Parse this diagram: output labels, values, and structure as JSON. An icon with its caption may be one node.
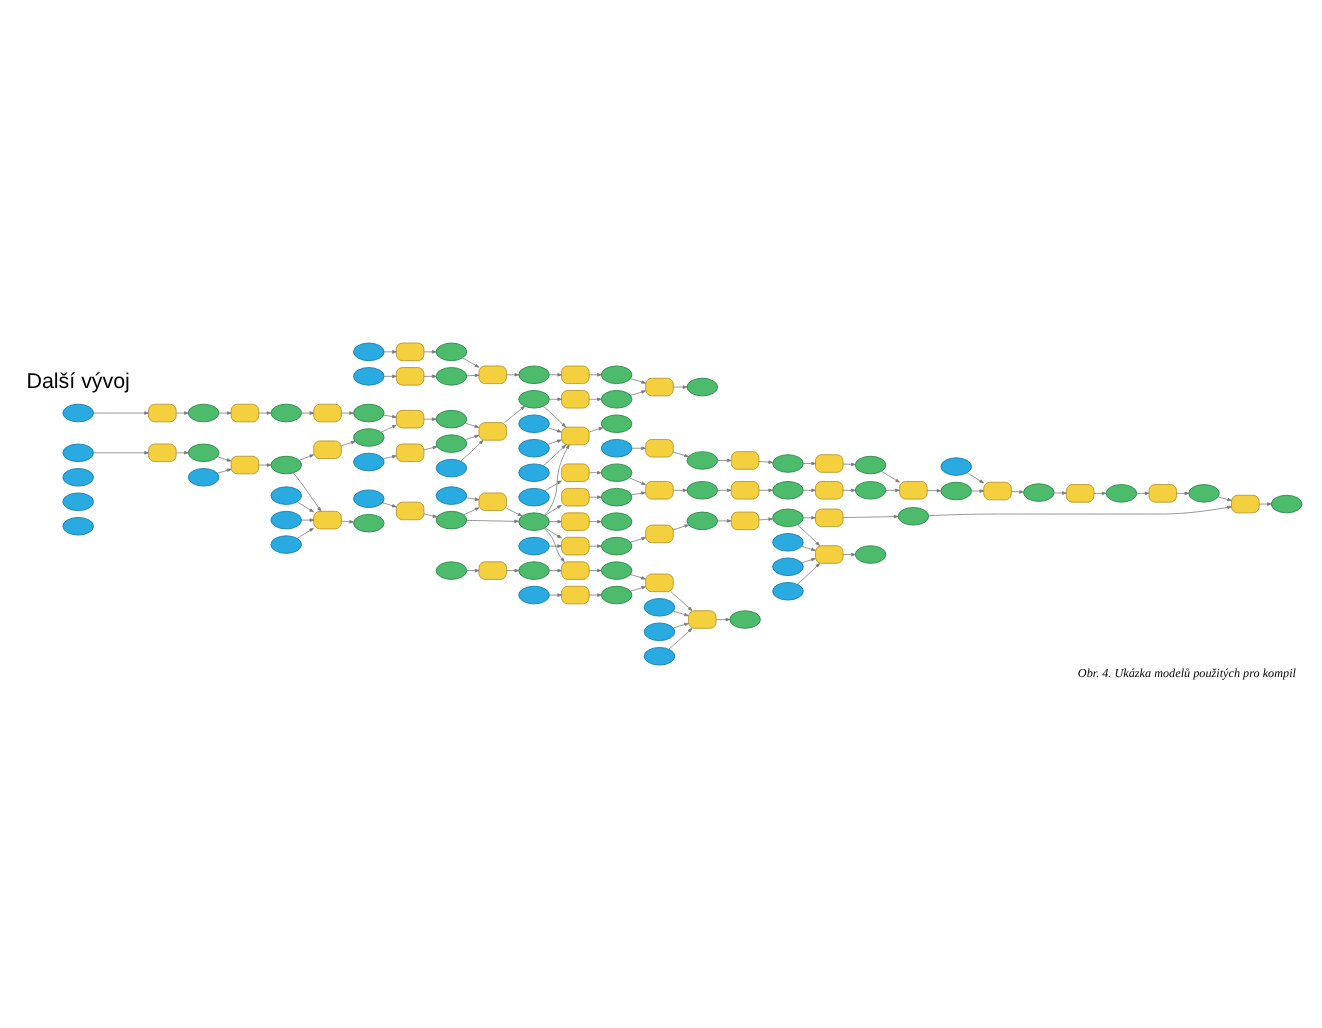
{
  "diagram": {
    "caption": "Obr. 4. Ukázka modelů použitých pro kompil",
    "nodes": [
      {
        "text": [],
        "shape": "ellipse"
      },
      {
        "text": [],
        "shape": "ellipse"
      },
      {
        "text": [],
        "shape": "ellipse"
      },
      {
        "text": [],
        "shape": "ellipse"
      },
      {
        "text": [],
        "shape": "box"
      },
      {
        "text": [],
        "shape": "ellipse"
      },
      {
        "text": [],
        "shape": "box"
      },
      {
        "text": [],
        "shape": "ellipse"
      },
      {
        "text": [],
        "shape": "box"
      },
      {
        "text": [],
        "shape": "ellipse"
      },
      {
        "text": [],
        "shape": "box"
      },
      {
        "text": [],
        "shape": "ellipse"
      },
      {
        "text": [],
        "shape": "ellipse"
      },
      {
        "text": [],
        "shape": "box"
      },
      {
        "text": [],
        "shape": "ellipse"
      },
      {
        "text": [],
        "shape": "box"
      },
      {
        "text": [],
        "shape": "ellipse"
      },
      {
        "text": [],
        "shape": "box"
      },
      {
        "text": [],
        "shape": "ellipse"
      },
      {
        "text": [],
        "shape": "ellipse"
      },
      {
        "text": [],
        "shape": "box"
      },
      {
        "text": [],
        "shape": "ellipse"
      },
      {
        "text": [],
        "shape": "ellipse"
      },
      {
        "text": [],
        "shape": "ellipse"
      },
      {
        "text": [],
        "shape": "ellipse"
      },
      {
        "text": [],
        "shape": "ellipse"
      },
      {
        "text": [],
        "shape": "box"
      },
      {
        "text": [],
        "shape": "ellipse"
      },
      {
        "text": [],
        "shape": "ellipse"
      },
      {
        "text": [],
        "shape": "box"
      },
      {
        "text": [],
        "shape": "ellipse"
      },
      {
        "text": [],
        "shape": "box"
      },
      {
        "text": [],
        "shape": "ellipse"
      },
      {
        "text": [],
        "shape": "box"
      },
      {
        "text": [],
        "shape": "ellipse"
      },
      {
        "text": [],
        "shape": "box"
      },
      {
        "text": [],
        "shape": "ellipse"
      },
      {
        "text": [],
        "shape": "ellipse"
      },
      {
        "text": [],
        "shape": "box"
      },
      {
        "text": [],
        "shape": "ellipse"
      },
      {
        "text": [],
        "shape": "box"
      },
      {
        "text": [],
        "shape": "ellipse"
      },
      {
        "text": [],
        "shape": "box"
      },
      {
        "text": [],
        "shape": "ellipse"
      },
      {
        "text": [],
        "shape": "ellipse"
      },
      {
        "text": [],
        "shape": "box"
      },
      {
        "text": [],
        "shape": "ellipse"
      },
      {
        "text": [],
        "shape": "ellipse"
      },
      {
        "text": [],
        "shape": "ellipse"
      },
      {
        "text": [],
        "shape": "ellipse"
      },
      {
        "text": [],
        "shape": "ellipse"
      },
      {
        "text": [],
        "shape": "box"
      },
      {
        "text": [],
        "shape": "ellipse"
      },
      {
        "text": [],
        "shape": "ellipse"
      },
      {
        "text": [],
        "shape": "box"
      },
      {
        "text": [],
        "shape": "ellipse"
      },
      {
        "text": [],
        "shape": "ellipse"
      },
      {
        "text": [],
        "shape": "box"
      },
      {
        "text": [],
        "shape": "ellipse"
      },
      {
        "text": [],
        "shape": "box"
      },
      {
        "text": [],
        "shape": "ellipse"
      },
      {
        "text": [],
        "shape": "box"
      },
      {
        "text": [],
        "shape": "ellipse"
      },
      {
        "text": [],
        "shape": "box"
      },
      {
        "text": [],
        "shape": "ellipse"
      },
      {
        "text": [],
        "shape": "box"
      },
      {
        "text": [],
        "shape": "ellipse"
      },
      {
        "text": [],
        "shape": "box"
      },
      {
        "text": [],
        "shape": "ellipse"
      },
      {
        "text": [],
        "shape": "box"
      },
      {
        "text": [],
        "shape": "ellipse"
      },
      {
        "text": [],
        "shape": "box"
      },
      {
        "text": [],
        "shape": "ellipse"
      },
      {
        "text": [],
        "shape": "ellipse"
      },
      {
        "text": [],
        "shape": "box"
      },
      {
        "text": [],
        "shape": "ellipse"
      },
      {
        "text": [],
        "shape": "box"
      },
      {
        "text": [],
        "shape": "ellipse"
      },
      {
        "text": [],
        "shape": "box"
      },
      {
        "text": [],
        "shape": "box"
      },
      {
        "text": [],
        "shape": "ellipse"
      },
      {
        "text": [],
        "shape": "ellipse"
      },
      {
        "text": [],
        "shape": "ellipse"
      },
      {
        "text": [],
        "shape": "ellipse"
      },
      {
        "text": [],
        "shape": "ellipse"
      },
      {
        "text": [],
        "shape": "box"
      },
      {
        "text": [],
        "shape": "ellipse"
      },
      {
        "text": [],
        "shape": "box"
      },
      {
        "text": [],
        "shape": "ellipse"
      },
      {
        "text": [],
        "shape": "ellipse"
      },
      {
        "text": [],
        "shape": "box"
      },
      {
        "text": [],
        "shape": "ellipse"
      },
      {
        "text": [],
        "shape": "ellipse"
      },
      {
        "text": [],
        "shape": "box"
      },
      {
        "text": [],
        "shape": "ellipse"
      },
      {
        "text": [],
        "shape": "box"
      },
      {
        "text": [],
        "shape": "ellipse"
      },
      {
        "text": [],
        "shape": "box"
      },
      {
        "text": [],
        "shape": "ellipse"
      },
      {
        "text": [],
        "shape": "box"
      },
      {
        "text": [],
        "shape": "ellipse"
      },
      {
        "text": [],
        "shape": "ellipse"
      },
      {
        "text": [],
        "shape": "box"
      },
      {
        "text": [],
        "shape": "ellipse"
      },
      {
        "text": [],
        "shape": "box"
      },
      {
        "text": [],
        "shape": "ellipse"
      },
      {
        "text": [],
        "shape": "box"
      },
      {
        "text": [],
        "shape": "ellipse"
      },
      {
        "text": [],
        "shape": "box"
      },
      {
        "text": [],
        "shape": "ellipse"
      },
      {
        "text": [],
        "shape": "box"
      },
      {
        "text": [],
        "shape": "ellipse"
      },
      {
        "text": [],
        "shape": "ellipse"
      },
      {
        "text": [],
        "shape": "ellipse"
      },
      {
        "text": [],
        "shape": "ellipse"
      }
    ],
    "edges": [
      {
        "from": 3,
        "to": 4,
        "arrow": "to"
      },
      {
        "from": 4,
        "to": 5,
        "arrow": "to"
      },
      {
        "from": 5,
        "to": 6,
        "arrow": "to"
      },
      {
        "from": 6,
        "to": 7,
        "arrow": "to"
      },
      {
        "from": 7,
        "to": 8,
        "arrow": "to"
      },
      {
        "from": 8,
        "to": 9,
        "arrow": "to"
      },
      {
        "from": 9,
        "to": 10,
        "arrow": "to"
      },
      {
        "from": 10,
        "to": 11,
        "arrow": "to"
      },
      {
        "from": 12,
        "to": 13,
        "arrow": "to"
      },
      {
        "from": 13,
        "to": 14,
        "arrow": "to"
      },
      {
        "from": 14,
        "to": 15,
        "arrow": "to"
      },
      {
        "from": 15,
        "to": 16,
        "arrow": "to"
      },
      {
        "from": 16,
        "to": 17,
        "arrow": "to"
      },
      {
        "from": 17,
        "to": 18,
        "arrow": "to"
      },
      {
        "from": 18,
        "to": 10,
        "arrow": "to"
      },
      {
        "from": 19,
        "to": 15,
        "arrow": "to"
      },
      {
        "from": 16,
        "to": 20,
        "arrow": "to"
      },
      {
        "from": 20,
        "to": 21,
        "arrow": "to"
      },
      {
        "from": 22,
        "to": 20,
        "arrow": "to"
      },
      {
        "from": 23,
        "to": 20,
        "arrow": "to"
      },
      {
        "from": 24,
        "to": 20,
        "arrow": "to"
      },
      {
        "from": 25,
        "to": 26,
        "arrow": "to"
      },
      {
        "from": 26,
        "to": 27,
        "arrow": "to"
      },
      {
        "from": 27,
        "to": 31,
        "arrow": "to"
      },
      {
        "from": 11,
        "to": 40,
        "arrow": "to"
      },
      {
        "from": 28,
        "to": 29,
        "arrow": "to"
      },
      {
        "from": 29,
        "to": 30,
        "arrow": "to"
      },
      {
        "from": 30,
        "to": 31,
        "arrow": "to"
      },
      {
        "from": 31,
        "to": 32,
        "arrow": "to"
      },
      {
        "from": 32,
        "to": 33,
        "arrow": "to"
      },
      {
        "from": 33,
        "to": 34,
        "arrow": "to"
      },
      {
        "from": 34,
        "to": 35,
        "arrow": "to"
      },
      {
        "from": 35,
        "to": 36,
        "arrow": "to"
      },
      {
        "from": 37,
        "to": 38,
        "arrow": "to"
      },
      {
        "from": 38,
        "to": 39,
        "arrow": "to"
      },
      {
        "from": 39,
        "to": 40,
        "arrow": "to"
      },
      {
        "from": 40,
        "to": 41,
        "arrow": "to"
      },
      {
        "from": 41,
        "to": 42,
        "arrow": "to"
      },
      {
        "from": 42,
        "to": 43,
        "arrow": "to"
      },
      {
        "from": 43,
        "to": 35,
        "arrow": "to"
      },
      {
        "from": 44,
        "to": 40,
        "arrow": "to"
      },
      {
        "from": 41,
        "to": 45,
        "arrow": "to"
      },
      {
        "from": 45,
        "to": 46,
        "arrow": "to"
      },
      {
        "from": 47,
        "to": 45,
        "arrow": "to"
      },
      {
        "from": 48,
        "to": 45,
        "arrow": "to"
      },
      {
        "from": 49,
        "to": 45,
        "arrow": "to"
      },
      {
        "from": 55,
        "to": 45,
        "arrow": "to"
      },
      {
        "from": 50,
        "to": 51,
        "arrow": "to"
      },
      {
        "from": 51,
        "to": 52,
        "arrow": "to"
      },
      {
        "from": 53,
        "to": 54,
        "arrow": "to"
      },
      {
        "from": 52,
        "to": 54,
        "arrow": "to"
      },
      {
        "from": 52,
        "to": 55,
        "arrow": "to"
      },
      {
        "from": 54,
        "to": 55,
        "arrow": "to"
      },
      {
        "from": 56,
        "to": 57,
        "arrow": "to"
      },
      {
        "from": 57,
        "to": 58,
        "arrow": "to"
      },
      {
        "from": 58,
        "to": 59,
        "arrow": "to"
      },
      {
        "from": 59,
        "to": 60,
        "arrow": "to"
      },
      {
        "from": 60,
        "to": 61,
        "arrow": "to"
      },
      {
        "from": 61,
        "to": 62,
        "arrow": "to"
      },
      {
        "from": 62,
        "to": 63,
        "arrow": "to"
      },
      {
        "from": 63,
        "to": 64,
        "arrow": "to"
      },
      {
        "from": 55,
        "to": 65,
        "arrow": "to"
      },
      {
        "from": 65,
        "to": 66,
        "arrow": "to"
      },
      {
        "from": 66,
        "to": 67,
        "arrow": "to"
      },
      {
        "from": 67,
        "to": 68,
        "arrow": "to"
      },
      {
        "from": 68,
        "to": 69,
        "arrow": "to"
      },
      {
        "from": 69,
        "to": 70,
        "arrow": "to"
      },
      {
        "from": 70,
        "to": 71,
        "arrow": "to"
      },
      {
        "from": 71,
        "to": 72,
        "arrow": "to"
      },
      {
        "from": 72,
        "to": 63,
        "arrow": "to"
      },
      {
        "from": 73,
        "to": 74,
        "arrow": "to"
      },
      {
        "from": 74,
        "to": 75,
        "arrow": "to"
      },
      {
        "from": 75,
        "to": 76,
        "arrow": "to"
      },
      {
        "from": 76,
        "to": 77,
        "arrow": "to"
      },
      {
        "from": 77,
        "to": 78,
        "arrow": "to"
      },
      {
        "from": 78,
        "to": 79,
        "arrow": "to"
      },
      {
        "from": 79,
        "to": 80,
        "arrow": "to"
      },
      {
        "from": 81,
        "to": 79,
        "arrow": "to"
      },
      {
        "from": 82,
        "to": 79,
        "arrow": "to"
      },
      {
        "from": 83,
        "to": 79,
        "arrow": "to"
      },
      {
        "from": 84,
        "to": 85,
        "arrow": "to"
      },
      {
        "from": 85,
        "to": 86,
        "arrow": "to"
      },
      {
        "from": 87,
        "to": 88,
        "arrow": "to"
      },
      {
        "from": 89,
        "to": 90,
        "arrow": "to"
      },
      {
        "from": 90,
        "to": 91,
        "arrow": "to"
      },
      {
        "from": 55,
        "to": 87,
        "arrow": "to"
      },
      {
        "from": 55,
        "to": 76,
        "arrow": "to"
      },
      {
        "from": 86,
        "to": 67,
        "arrow": "to"
      },
      {
        "from": 91,
        "to": 78,
        "arrow": "to"
      },
      {
        "from": 55,
        "to": 102,
        "arrow": "to"
      },
      {
        "from": 64,
        "to": 93,
        "arrow": "to"
      },
      {
        "from": 92,
        "to": 93,
        "arrow": "to"
      },
      {
        "from": 93,
        "to": 94,
        "arrow": "to"
      },
      {
        "from": 94,
        "to": 95,
        "arrow": "to"
      },
      {
        "from": 95,
        "to": 96,
        "arrow": "to"
      },
      {
        "from": 96,
        "to": 97,
        "arrow": "to"
      },
      {
        "from": 97,
        "to": 98,
        "arrow": "to"
      },
      {
        "from": 98,
        "to": 99,
        "arrow": "to"
      },
      {
        "from": 99,
        "to": 100,
        "arrow": "to"
      },
      {
        "from": 101,
        "to": 102,
        "arrow": "to"
      },
      {
        "from": 102,
        "to": 103,
        "arrow": "to"
      },
      {
        "from": 103,
        "to": 104,
        "arrow": "to"
      },
      {
        "from": 104,
        "to": 105,
        "arrow": "to"
      },
      {
        "from": 105,
        "to": 106,
        "arrow": "to"
      },
      {
        "from": 106,
        "to": 107,
        "arrow": "to"
      },
      {
        "from": 107,
        "to": 108,
        "arrow": "to"
      },
      {
        "from": 108,
        "to": 109,
        "arrow": "to"
      },
      {
        "from": 109,
        "to": 99,
        "arrow": "to"
      },
      {
        "from": 107,
        "to": 110,
        "arrow": "to"
      },
      {
        "from": 110,
        "to": 111,
        "arrow": "to"
      },
      {
        "from": 112,
        "to": 110,
        "arrow": "to"
      },
      {
        "from": 113,
        "to": 110,
        "arrow": "to"
      },
      {
        "from": 114,
        "to": 110,
        "arrow": "to"
      }
    ],
    "labels": [
      "Další vývoj"
    ]
  }
}
